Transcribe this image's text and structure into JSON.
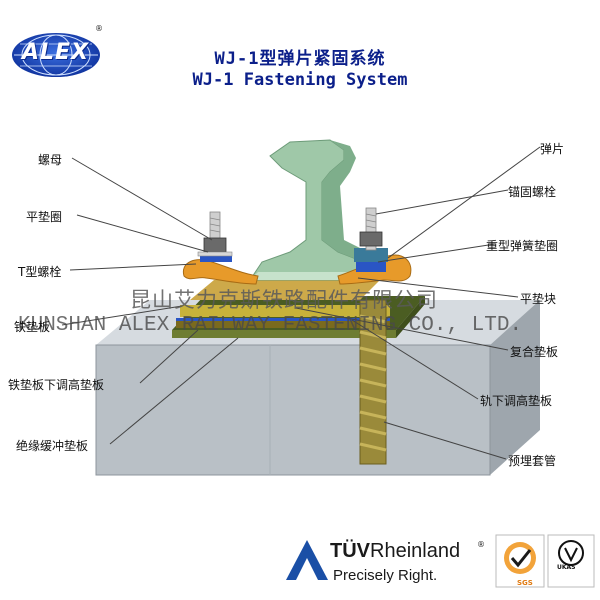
{
  "logo": {
    "text": "ALEX",
    "registered": "®"
  },
  "title": {
    "cn": "WJ-1型弹片紧固系统",
    "en": "WJ-1 Fastening System"
  },
  "labels": {
    "left": [
      "螺母",
      "平垫圈",
      "T型螺栓",
      "铁垫板",
      "铁垫板下调高垫板",
      "绝缘缓冲垫板"
    ],
    "right": [
      "弹片",
      "锚固螺栓",
      "重型弹簧垫圈",
      "平垫块",
      "复合垫板",
      "轨下调高垫板",
      "预埋套管"
    ]
  },
  "watermark": {
    "cn": "昆山艾力克斯铁路配件有限公司",
    "en": "KUNSHAN ALEX RAILWAY FASTENING CO., LTD."
  },
  "certification": {
    "brand_prefix": "TÜV",
    "brand_suffix": "Rheinland",
    "registered": "®",
    "tagline": "Precisely Right.",
    "sgs": "SGS",
    "ukas": "UKAS"
  },
  "colors": {
    "title": "#0b1f8a",
    "rail": "#9fc8a8",
    "concrete": "#b9c0c6",
    "clip": "#e79a2a",
    "baseplate": "#5e6f2e",
    "sleeve": "#9a8a3a"
  }
}
